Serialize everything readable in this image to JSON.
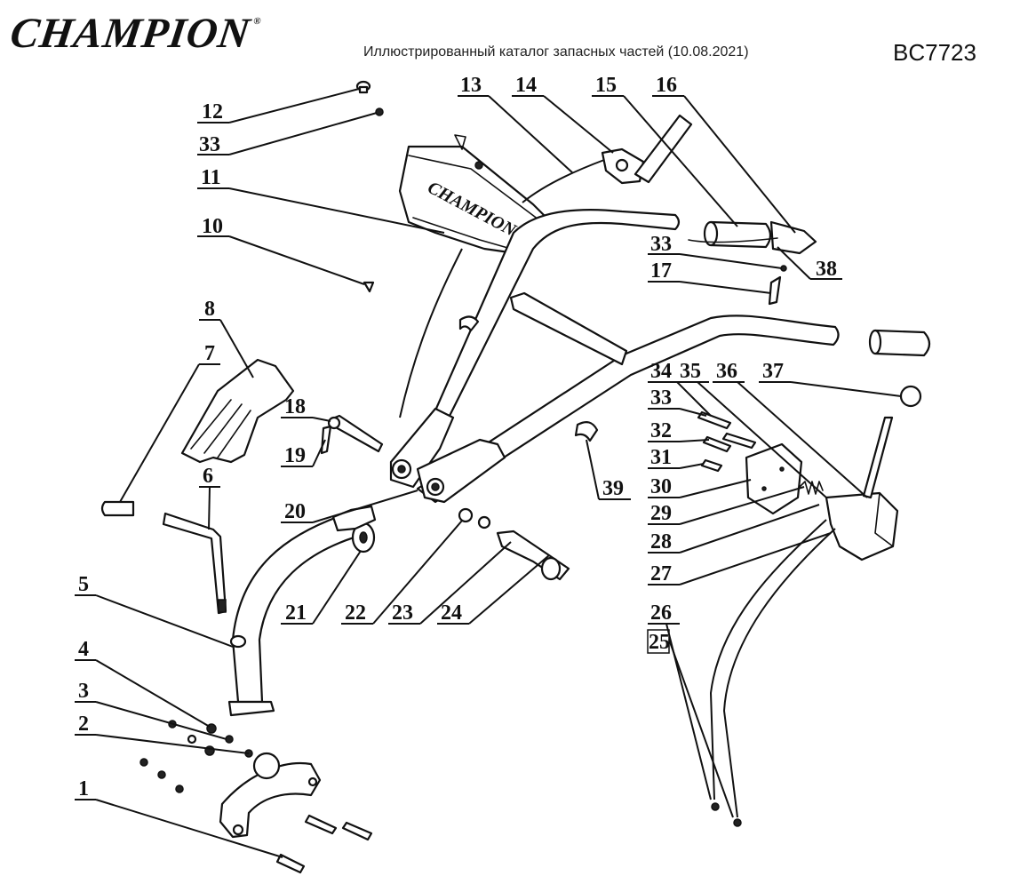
{
  "header": {
    "brand": "CHAMPION",
    "brand_mark": "®",
    "subtitle": "Иллюстрированный каталог запасных частей (10.08.2021)",
    "model": "BC7723"
  },
  "callouts": {
    "n1": "1",
    "n2": "2",
    "n3": "3",
    "n4": "4",
    "n5": "5",
    "n6": "6",
    "n7": "7",
    "n8": "8",
    "n10": "10",
    "n11": "11",
    "n12": "12",
    "n33a": "33",
    "n13": "13",
    "n14": "14",
    "n15": "15",
    "n16": "16",
    "n33b": "33",
    "n38": "38",
    "n17": "17",
    "n18": "18",
    "n19": "19",
    "n20": "20",
    "n21": "21",
    "n22": "22",
    "n23": "23",
    "n24": "24",
    "n39": "39",
    "n34": "34",
    "n35": "35",
    "n36": "36",
    "n37": "37",
    "n33c": "33",
    "n32": "32",
    "n31": "31",
    "n30": "30",
    "n29": "29",
    "n28": "28",
    "n27": "27",
    "n26": "26",
    "n25": "25"
  },
  "decal_text": "CHAMPION"
}
